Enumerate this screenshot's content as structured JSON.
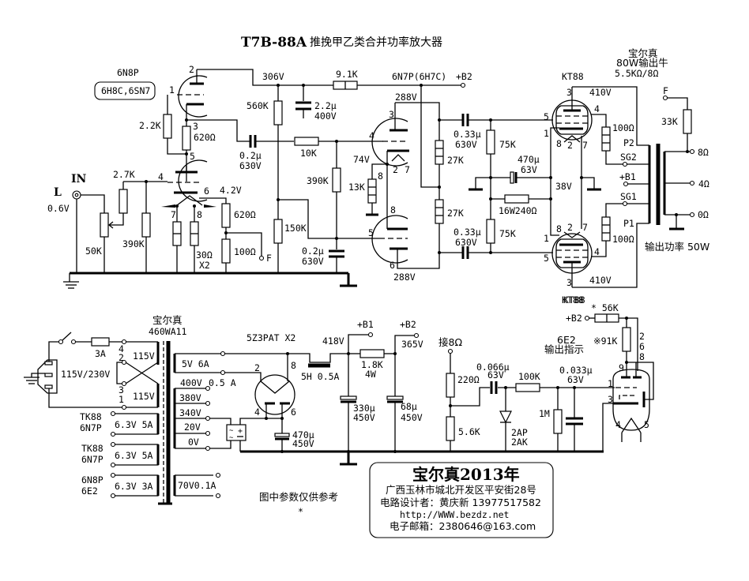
{
  "title": {
    "model": "T7B-88A",
    "subtitle": "推挽甲乙类合并功率放大器"
  },
  "input": {
    "label": "IN",
    "channel": "L",
    "level": "0.6V",
    "volume_pot": "50K",
    "series_r": "2.7K",
    "grid_r": "390K"
  },
  "stage1": {
    "tube": "6N8P",
    "alt_tubes": "6H8C,6SN7",
    "r_plate_link": "2.2K",
    "r_cathode": "620Ω",
    "cap_coupling": "0.2μ",
    "cap_coupling_v": "630V",
    "r_cathode2": "620Ω",
    "r_feedback": "100Ω",
    "cathode_v": "4.2V",
    "heater_r": "30Ω",
    "heater_r_qty": "X2",
    "feedback_node": "F",
    "pins": {
      "p1": "1",
      "p2": "2",
      "p3": "3",
      "p4": "4",
      "p5": "5",
      "p6": "6",
      "p7": "7",
      "p8": "8"
    }
  },
  "bplus": {
    "node_v": "306V",
    "r_drop": "9.1K",
    "r_560k": "560K",
    "cap": "2.2μ",
    "cap_v": "400V",
    "b2_label": "+B2"
  },
  "phase_splitter": {
    "tube": "6N7P(6H7C)",
    "plate_v": "288V",
    "plate_v2": "288V",
    "cathode_v": "74V",
    "r_grid": "10K",
    "r_bias": "390K",
    "r_150k": "150K",
    "r_cathode": "13K",
    "cap": "0.2μ",
    "cap_v": "630V",
    "r_load1": "27K",
    "r_load2": "27K",
    "pins": {
      "p3": "3",
      "p4": "4",
      "p8a": "8",
      "p2": "2",
      "p7": "7",
      "p8b": "8",
      "p5": "5",
      "p6": "6"
    }
  },
  "output_stage": {
    "tube_top": "KT88",
    "tube_bot": "KT88",
    "plate_v_top": "410V",
    "plate_v_bot": "410V",
    "coupling_cap": "0.33μ",
    "coupling_cap_v": "630V",
    "grid_r": "75K",
    "bias_cap": "470μ",
    "bias_cap_v": "63V",
    "bias_r": "16W240Ω",
    "cathode_v": "38V",
    "screen_r": "100Ω",
    "pins": {
      "p1": "1",
      "p2": "2",
      "p3": "3",
      "p4": "4",
      "p5": "5",
      "p7": "7",
      "p8": "8"
    }
  },
  "transformer": {
    "brand": "宝尔真",
    "spec": "80W输出牛",
    "impedance": "5.5KΩ/8Ω",
    "p2": "P2",
    "sg2": "SG2",
    "b1": "+B1",
    "sg1": "SG1",
    "p1": "P1",
    "tap8": "8Ω",
    "tap4": "4Ω",
    "tap0": "0Ω",
    "fb_node": "F",
    "fb_r": "33K",
    "output_power": "输出功率 50W"
  },
  "power_supply": {
    "brand": "宝尔真",
    "model": "460WA11",
    "fuse": "3A",
    "mains": "115V/230V",
    "primary": [
      "115V",
      "115V"
    ],
    "primary_pins": [
      "4",
      "2",
      "3",
      "1"
    ],
    "heaters": [
      {
        "tubes": [
          "TK88",
          "6N7P"
        ],
        "rating": "6.3V  5A"
      },
      {
        "tubes": [
          "TK88",
          "6N7P"
        ],
        "rating": "6.3V  5A"
      },
      {
        "tubes": [
          "6N8P",
          "6E2"
        ],
        "rating": "6.3V  3A"
      }
    ],
    "sec_5v": "5V  6A",
    "hv_taps": [
      "400V",
      "380V",
      "340V",
      "20V",
      "0V"
    ],
    "hv_current": "0.5 A",
    "aux": "70V0.1A",
    "rectifier": "5Z3PAT X2",
    "rect_pins": {
      "p2": "2",
      "p8": "8",
      "p4": "4",
      "p6": "6"
    },
    "cap1": "470μ",
    "cap1_v": "450V",
    "choke": "5H  0.5A",
    "node_v": "418V",
    "b1": "+B1",
    "b2": "+B2",
    "b2_v": "365V",
    "r_drop": "1.8K",
    "r_drop_w": "4W",
    "cap2": "330μ",
    "cap2_v": "450V",
    "cap3": "68μ",
    "cap3_v": "450V"
  },
  "indicator": {
    "tap": "接8Ω",
    "r1": "220Ω",
    "r2": "5.6K",
    "cap1": "0.066μ",
    "cap1_v": "63V",
    "diode": [
      "2AP",
      "2AK"
    ],
    "r3": "100K",
    "r4": "1M",
    "cap2": "0.033μ",
    "cap2_v": "63V",
    "tube": "6E2",
    "desc": "输出指示",
    "top_label": "KT88",
    "b2": "+B2",
    "r56": "* 56K",
    "r91": "※91K",
    "pins_right": [
      "2",
      "6",
      "8"
    ],
    "pins": {
      "p9": "9",
      "p1": "1",
      "p3": "3",
      "p4": "4",
      "p5": "5"
    }
  },
  "notes": {
    "ref": "图中参数仅供参考",
    "star": "*"
  },
  "credit": {
    "title": "宝尔真2013年",
    "address": "广西玉林市城北开发区平安街28号",
    "designer": "电路设计者：黄庆新   13977517582",
    "url": "http://WWW.bezdz.net",
    "email": "电子邮箱：2380646@163.com"
  }
}
